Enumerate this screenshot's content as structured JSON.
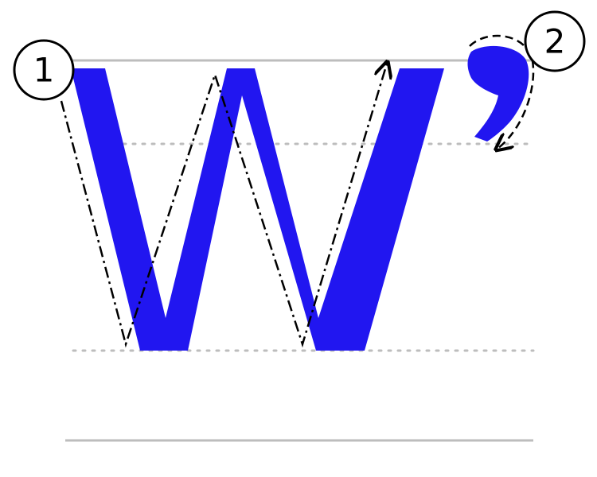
{
  "glyph": {
    "character": "W’",
    "color": "#2116f0"
  },
  "guides": {
    "solid_color": "#bdbdbd",
    "dotted_color": "#bdbdbd"
  },
  "strokes": [
    {
      "order": "1",
      "path_style": "dash-dot"
    },
    {
      "order": "2",
      "path_style": "dashed"
    }
  ]
}
